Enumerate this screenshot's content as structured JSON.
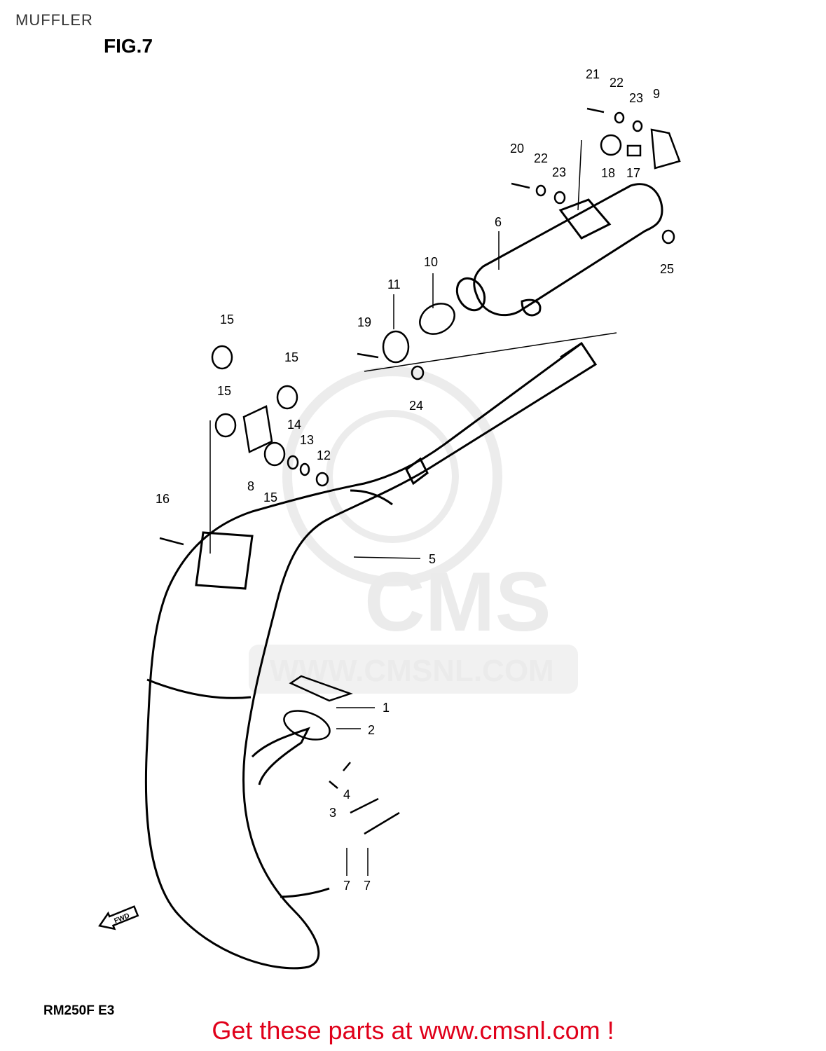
{
  "header": {
    "title": "MUFFLER",
    "figure": "FIG.7"
  },
  "footer": {
    "model": "RM250F  E3",
    "promo": "Get these parts at www.cmsnl.com !"
  },
  "watermark": {
    "brand": "CMS",
    "url": "WWW.CMSNL.COM"
  },
  "direction_badge": "FWD",
  "part_numbers": {
    "p1": "1",
    "p2": "2",
    "p3": "3",
    "p4": "4",
    "p5": "5",
    "p6": "6",
    "p7a": "7",
    "p7b": "7",
    "p8": "8",
    "p9": "9",
    "p10": "10",
    "p11": "11",
    "p12": "12",
    "p13": "13",
    "p14": "14",
    "p15a": "15",
    "p15b": "15",
    "p15c": "15",
    "p15d": "15",
    "p16": "16",
    "p17": "17",
    "p18": "18",
    "p19": "19",
    "p20": "20",
    "p21": "21",
    "p22a": "22",
    "p22b": "22",
    "p23a": "23",
    "p23b": "23",
    "p24": "24",
    "p25": "25"
  },
  "colors": {
    "promo_text": "#e0001a",
    "line_art": "#000000",
    "watermark": "#ebebeb"
  }
}
